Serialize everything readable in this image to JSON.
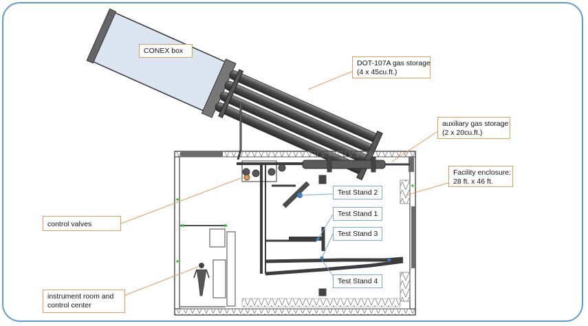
{
  "labels": {
    "conex_box": "CONEX  box",
    "dot_storage_line1": "DOT-107A gas storage",
    "dot_storage_line2": "(4 x 45cu.ft.)",
    "aux_storage_line1": "auxiliary gas storage",
    "aux_storage_line2": "(2 x 20cu.ft.)",
    "facility_line1": "Facility enclosure:",
    "facility_line2": "28 ft. x 46 ft.",
    "control_valves": "control valves",
    "instrument_line1": "instrument room and",
    "instrument_line2": "control center",
    "test_stand_1": "Test Stand 1",
    "test_stand_2": "Test Stand 2",
    "test_stand_3": "Test Stand 3",
    "test_stand_4": "Test Stand 4"
  },
  "colors": {
    "frame_border": "#5b9bd5",
    "callout_orange": "#e39a58",
    "callout_blue": "#7aa7d6",
    "conex_fill": "#dce6f2",
    "pipe_dark": "#3c3c3c",
    "wall_grey": "#6b6b6b"
  }
}
